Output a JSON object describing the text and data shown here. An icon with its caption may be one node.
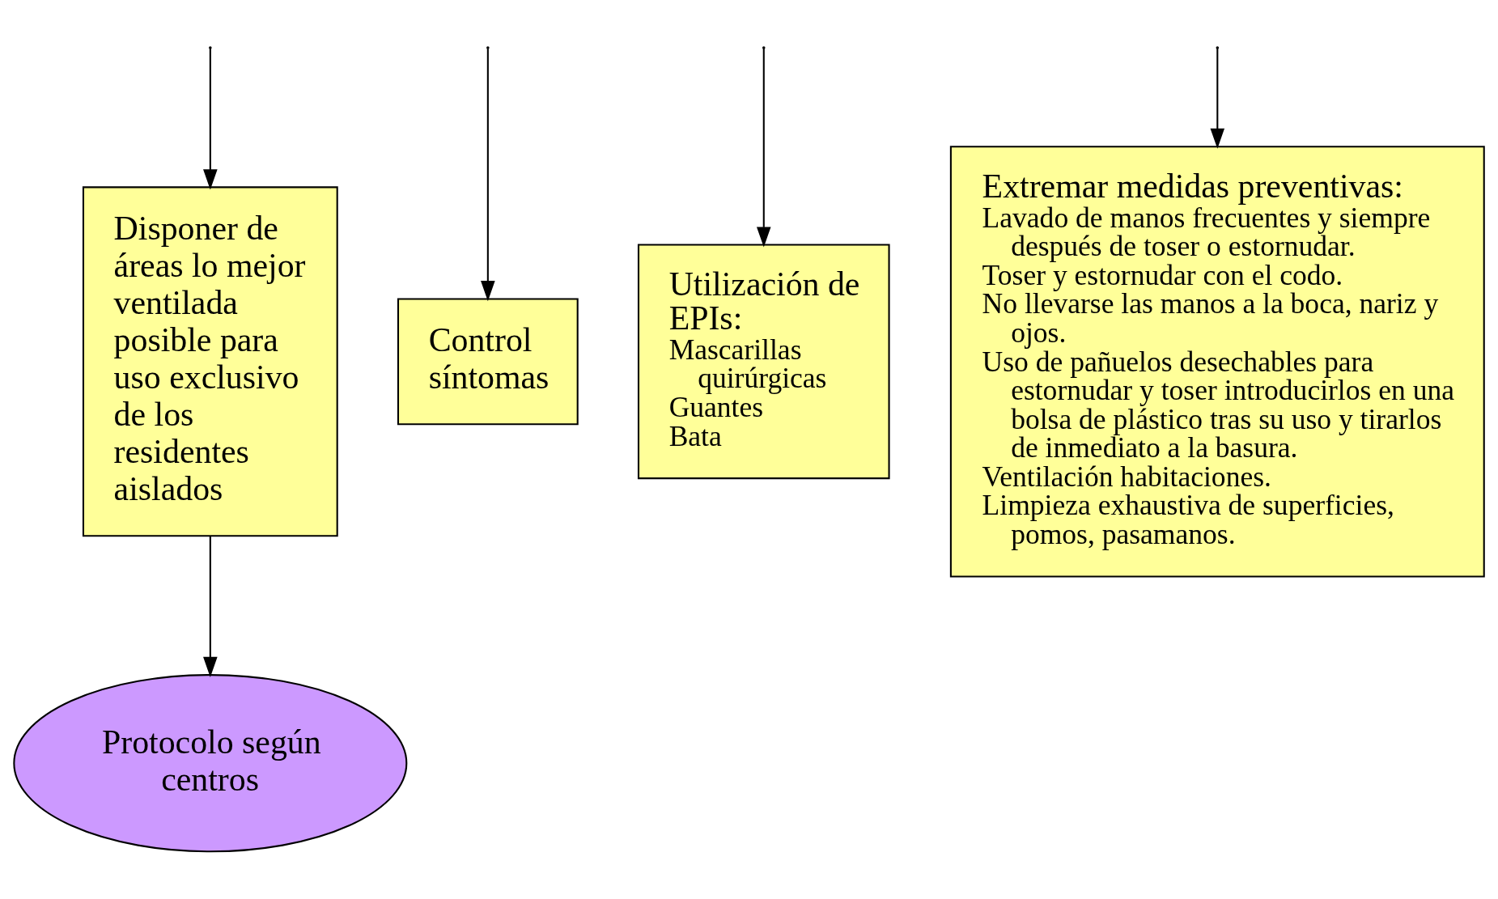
{
  "diagram": {
    "nodes": [
      {
        "text": [
          "Disponer de áreas lo mejor ventilada posible para uso exclusivo de los residentes aislados"
        ]
      },
      {
        "text": [
          "Control síntomas"
        ]
      },
      {
        "text": [
          "Utilización de EPIs:",
          "Mascarillas quirúrgicas",
          "Guantes",
          "Bata"
        ]
      },
      {
        "text": [
          "Extremar medidas preventivas:",
          "Lavado de manos frecuentes y siempre después de toser o estornudar.",
          "Toser y estornudar con el codo.",
          "No llevarse las manos a la boca, nariz y ojos.",
          "Uso de pañuelos desechables para estornudar y toser introducirlos en una bolsa de plástico tras su uso y tirarlos de inmediato a la basura.",
          "Ventilación habitaciones.",
          "Limpieza exhaustiva de superficies, pomos, pasamanos."
        ]
      },
      {
        "text": [
          "Protocolo según centros"
        ]
      }
    ],
    "edges": [
      {
        "from": null,
        "to": 0,
        "arrow": "to"
      },
      {
        "from": null,
        "to": 1,
        "arrow": "to"
      },
      {
        "from": null,
        "to": 2,
        "arrow": "to"
      },
      {
        "from": null,
        "to": 3,
        "arrow": "to"
      },
      {
        "from": 0,
        "to": 4,
        "arrow": "to"
      }
    ]
  }
}
